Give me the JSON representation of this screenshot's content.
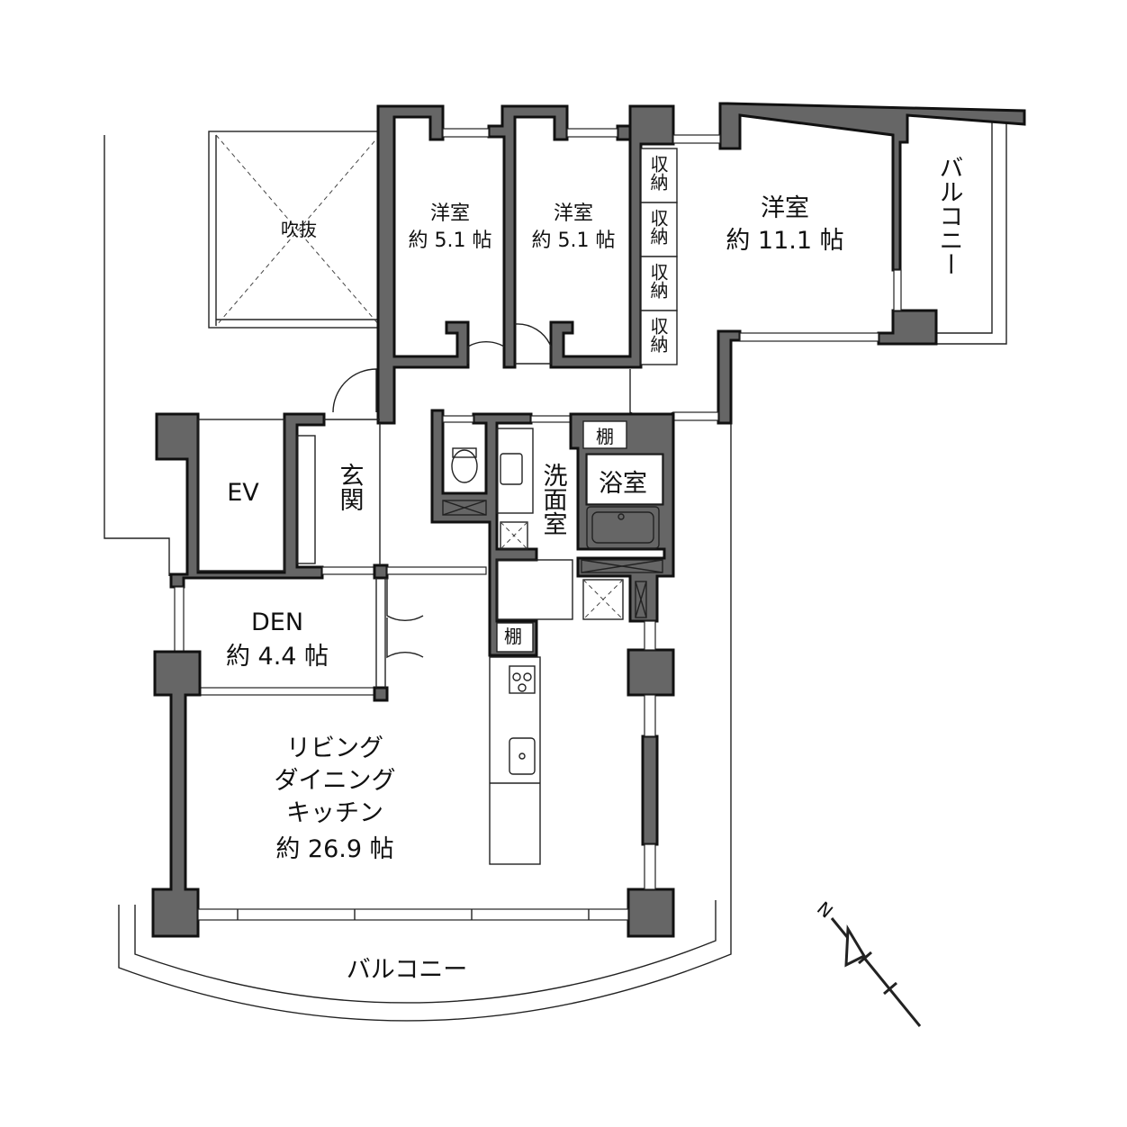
{
  "rooms": {
    "bedroom_a": {
      "name": "洋室",
      "size": "約 5.1 帖"
    },
    "bedroom_b": {
      "name": "洋室",
      "size": "約 5.1 帖"
    },
    "bedroom_c": {
      "name": "洋室",
      "size": "約 11.1 帖"
    },
    "void": "吹抜",
    "ev": "EV",
    "entrance": "玄関",
    "washroom": "洗面室",
    "bathroom": "浴室",
    "den": {
      "name": "DEN",
      "size": "約 4.4 帖"
    },
    "ldk": {
      "line1": "リビング",
      "line2": "ダイニング",
      "line3": "キッチン",
      "size": "約 26.9 帖"
    }
  },
  "storage": [
    "収納",
    "収納",
    "収納",
    "収納"
  ],
  "shelves": [
    "棚",
    "棚"
  ],
  "balcony_east": "バルコニー",
  "balcony_south": "バルコニー",
  "compass": "N"
}
